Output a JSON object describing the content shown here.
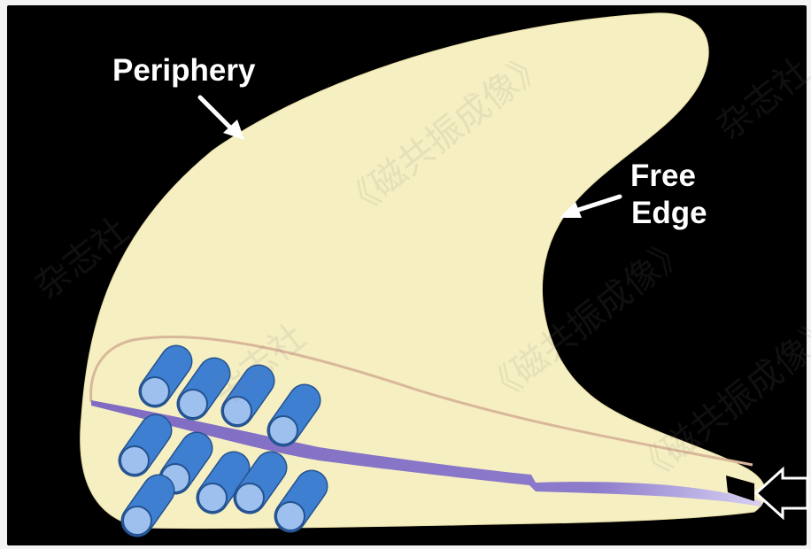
{
  "labels": {
    "periphery": "Periphery",
    "free_edge_line1": "Free",
    "free_edge_line2": "Edge"
  },
  "watermark": {
    "text_a": "《磁共振成像》",
    "text_b": "杂志社"
  },
  "colors": {
    "background": "#000000",
    "meniscus_fill": "#f6efc2",
    "inner_outline": "#d9b79a",
    "vessel": "#8a78c8",
    "fiber_bundle": "#3f7fd1",
    "fiber_end": "#9dc0ee",
    "arrow": "#ffffff"
  },
  "icons": {
    "pointer_arrows": "arrow-icon",
    "fibers": "collagen-fiber-bundle-icon"
  }
}
